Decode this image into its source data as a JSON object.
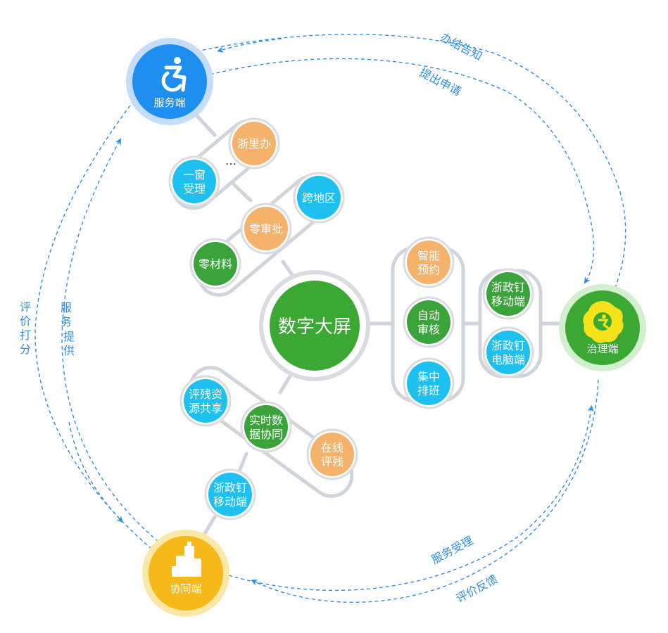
{
  "hub": {
    "label": "数字大屏"
  },
  "endpoints": {
    "service": {
      "label": "服务端",
      "icon": "wheelchair-icon",
      "color": "#1e8ef0"
    },
    "governance": {
      "label": "治理端",
      "icon": "disability-emblem-icon",
      "color": "#3aa833"
    },
    "collab": {
      "label": "协同端",
      "icon": "building-icon",
      "color": "#f7b819"
    }
  },
  "flows": {
    "arc_top_outer": "办结告知",
    "arc_top_inner": "提出申请",
    "arc_left_outer": "评价打分",
    "arc_left_inner": "服务提供",
    "arc_bottom_inner": "服务受理",
    "arc_bottom_outer": "评价反馈"
  },
  "nodes": {
    "zheliban": {
      "lines": [
        "浙里办"
      ],
      "color": "#f5b26b"
    },
    "yichuang": {
      "lines": [
        "一窗",
        "受理"
      ],
      "color": "#1ec0ef"
    },
    "ellipsis": "…",
    "kuadiqu": {
      "lines": [
        "跨地区"
      ],
      "color": "#1ec0ef"
    },
    "lingshenpi": {
      "lines": [
        "零审批"
      ],
      "color": "#f5b26b"
    },
    "lingcailiao": {
      "lines": [
        "零材料"
      ],
      "color": "#3aa33a"
    },
    "zhineng": {
      "lines": [
        "智能",
        "预约"
      ],
      "color": "#f5b26b"
    },
    "zidong": {
      "lines": [
        "自动",
        "审核"
      ],
      "color": "#3aa33a"
    },
    "jizhong": {
      "lines": [
        "集中",
        "排班"
      ],
      "color": "#1ec0ef"
    },
    "zzd_mobile_right": {
      "lines": [
        "浙政钉",
        "移动端"
      ],
      "color": "#3aa33a"
    },
    "zzd_pc": {
      "lines": [
        "浙政钉",
        "电脑端"
      ],
      "color": "#1ec0ef"
    },
    "pingcan_share": {
      "lines": [
        "评残资",
        "源共享"
      ],
      "color": "#1ec0ef"
    },
    "realtime": {
      "lines": [
        "实时数",
        "据协同"
      ],
      "color": "#3aa33a"
    },
    "online": {
      "lines": [
        "在线",
        "评残"
      ],
      "color": "#f5b26b"
    },
    "zzd_mobile_bottom": {
      "lines": [
        "浙政钉",
        "移动端"
      ],
      "color": "#1ec0ef"
    }
  }
}
